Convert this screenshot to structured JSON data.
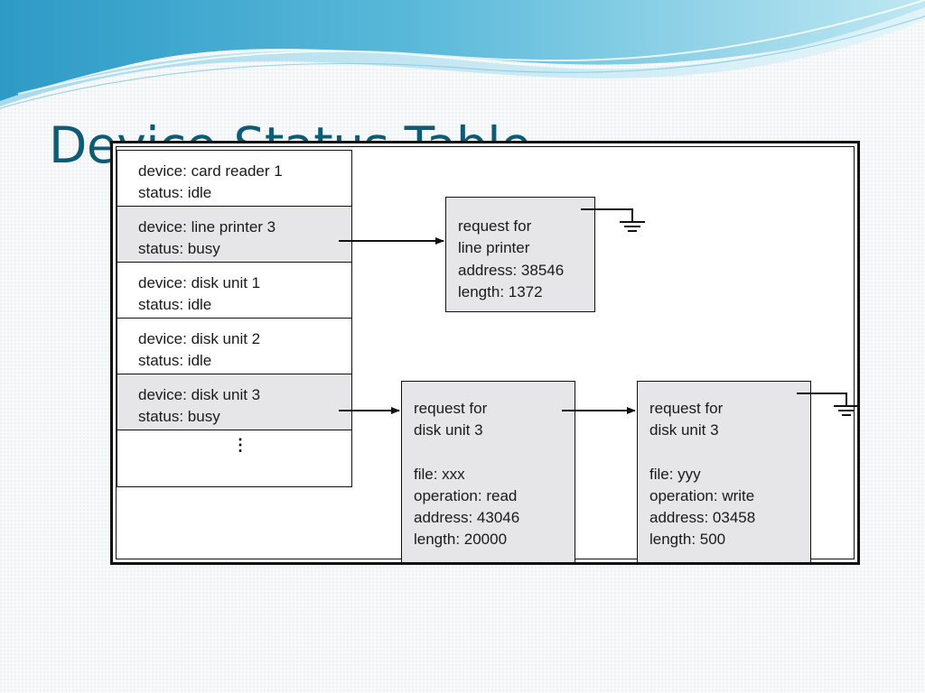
{
  "slide": {
    "title": "Device-Status Table"
  },
  "device_table": {
    "rows": [
      {
        "device": "device: card reader 1",
        "status": "status: idle",
        "state": "idle"
      },
      {
        "device": "device: line printer 3",
        "status": "status: busy",
        "state": "busy"
      },
      {
        "device": "device: disk unit 1",
        "status": "status: idle",
        "state": "idle"
      },
      {
        "device": "device: disk unit 2",
        "status": "status: idle",
        "state": "idle"
      },
      {
        "device": "device: disk unit 3",
        "status": "status: busy",
        "state": "busy"
      }
    ],
    "more_indicator": "⋮"
  },
  "requests": {
    "printer": {
      "lines": [
        "request for",
        "line printer",
        "address: 38546",
        "length: 1372"
      ]
    },
    "disk_first": {
      "header": [
        "request for",
        "disk unit 3"
      ],
      "details": [
        "file: xxx",
        "operation: read",
        "address: 43046",
        "length: 20000"
      ]
    },
    "disk_second": {
      "header": [
        "request for",
        "disk unit 3"
      ],
      "details": [
        "file: yyy",
        "operation: write",
        "address: 03458",
        "length: 500"
      ]
    }
  },
  "colors": {
    "title": "#0f5b74",
    "busy_fill": "#e6e6e8",
    "wave_dark": "#3a9fc9",
    "wave_light": "#a9dfee"
  }
}
